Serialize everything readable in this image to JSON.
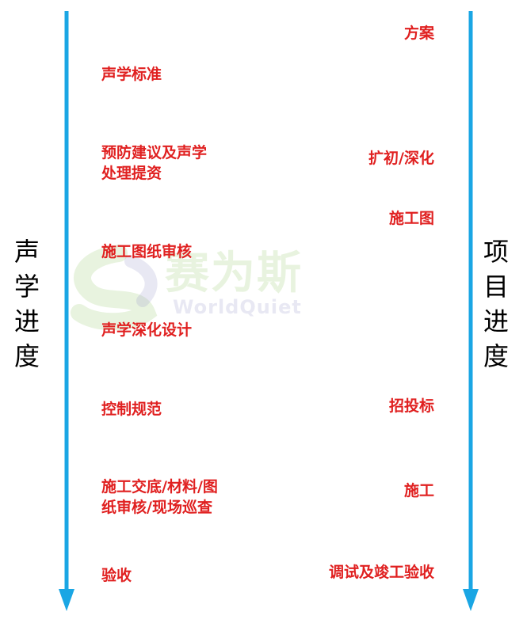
{
  "left_axis": {
    "label_chars": [
      "声",
      "学",
      "进",
      "度"
    ]
  },
  "right_axis": {
    "label_chars": [
      "项",
      "目",
      "进",
      "度"
    ]
  },
  "acoustic_items": [
    [
      "声学标准"
    ],
    [
      "预防建议及声学",
      "处理提资"
    ],
    [
      "施工图纸审核"
    ],
    [
      "声学深化设计"
    ],
    [
      "控制规范"
    ],
    [
      "施工交底/材料/图",
      "纸审核/现场巡查"
    ],
    [
      "验收"
    ]
  ],
  "project_items": [
    "方案",
    "扩初/深化",
    "施工图",
    "招投标",
    "施工",
    "调试及竣工验收"
  ],
  "watermark": {
    "cn": "赛为斯",
    "en": "WorldQuiet"
  },
  "colors": {
    "arrow": "#1aa6e4",
    "text": "#e02020"
  }
}
